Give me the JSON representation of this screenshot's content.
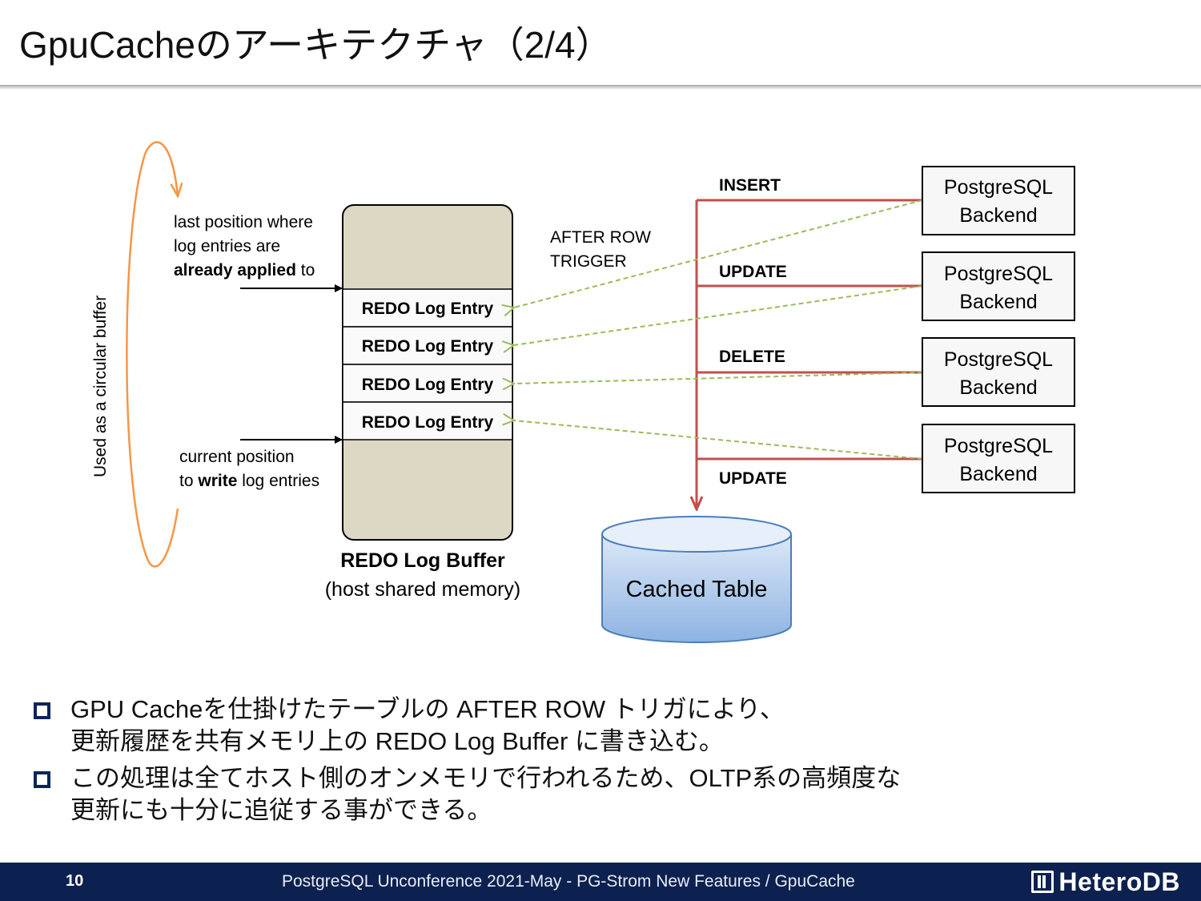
{
  "slide": {
    "title": "GpuCacheのアーキテクチャ（2/4）"
  },
  "diagram": {
    "circular_label": "Used as a circular buffer",
    "applied_label": {
      "line1": "last position where",
      "line2": "log entries are",
      "line3_bold": "already applied",
      "line3_rest": " to"
    },
    "write_label": {
      "line1": "current position",
      "line2_pre": "to ",
      "line2_bold": "write",
      "line2_rest": " log entries"
    },
    "redo_entries": [
      "REDO Log Entry",
      "REDO Log Entry",
      "REDO Log Entry",
      "REDO Log Entry"
    ],
    "buffer_title": "REDO Log Buffer",
    "buffer_subtitle": "(host shared memory)",
    "trigger_label": {
      "line1": "AFTER ROW",
      "line2": "TRIGGER"
    },
    "operations": [
      "INSERT",
      "UPDATE",
      "DELETE",
      "UPDATE"
    ],
    "backends": [
      {
        "line1": "PostgreSQL",
        "line2": "Backend"
      },
      {
        "line1": "PostgreSQL",
        "line2": "Backend"
      },
      {
        "line1": "PostgreSQL",
        "line2": "Backend"
      },
      {
        "line1": "PostgreSQL",
        "line2": "Backend"
      }
    ],
    "cached_table": "Cached Table",
    "colors": {
      "buffer_fill": "#ddd8c4",
      "op_line": "#c0504d",
      "trigger_arrow": "#9bbb59",
      "circular_arrow": "#f79646",
      "cylinder_top": "#c6d9f1",
      "cylinder_bottom": "#8db3e2"
    }
  },
  "bullets": [
    {
      "line1": "GPU Cacheを仕掛けたテーブルの AFTER ROW トリガにより、",
      "line2": "更新履歴を共有メモリ上の REDO Log Buffer に書き込む。"
    },
    {
      "line1": "この処理は全てホスト側のオンメモリで行われるため、OLTP系の高頻度な",
      "line2": "更新にも十分に追従する事ができる。"
    }
  ],
  "footer": {
    "page_number": "10",
    "conference": "PostgreSQL Unconference 2021-May - PG-Strom New Features / GpuCache",
    "logo": "HeteroDB"
  }
}
